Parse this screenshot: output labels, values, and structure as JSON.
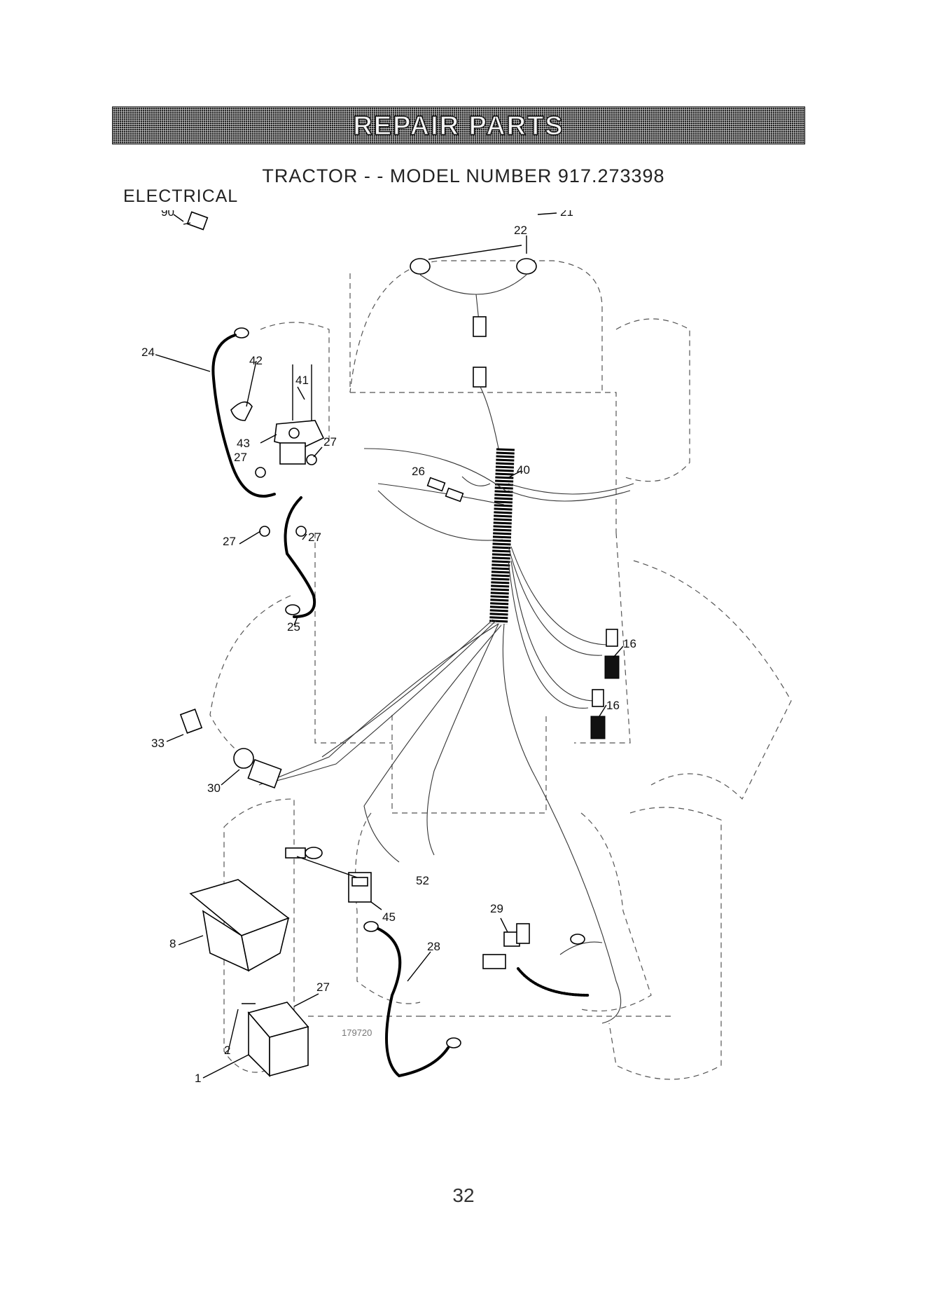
{
  "banner": {
    "title": "REPAIR PARTS"
  },
  "header": {
    "model_title": "TRACTOR - - MODEL NUMBER 917.273398",
    "section": "ELECTRICAL"
  },
  "diagram": {
    "figure_number": "179720",
    "callouts": [
      "22",
      "21",
      "90",
      "24",
      "42",
      "41",
      "43",
      "27",
      "27",
      "26",
      "40",
      "27",
      "27",
      "25",
      "16",
      "16",
      "33",
      "30",
      "52",
      "45",
      "29",
      "28",
      "8",
      "27",
      "2",
      "1"
    ]
  },
  "footer": {
    "page_number": "32"
  }
}
